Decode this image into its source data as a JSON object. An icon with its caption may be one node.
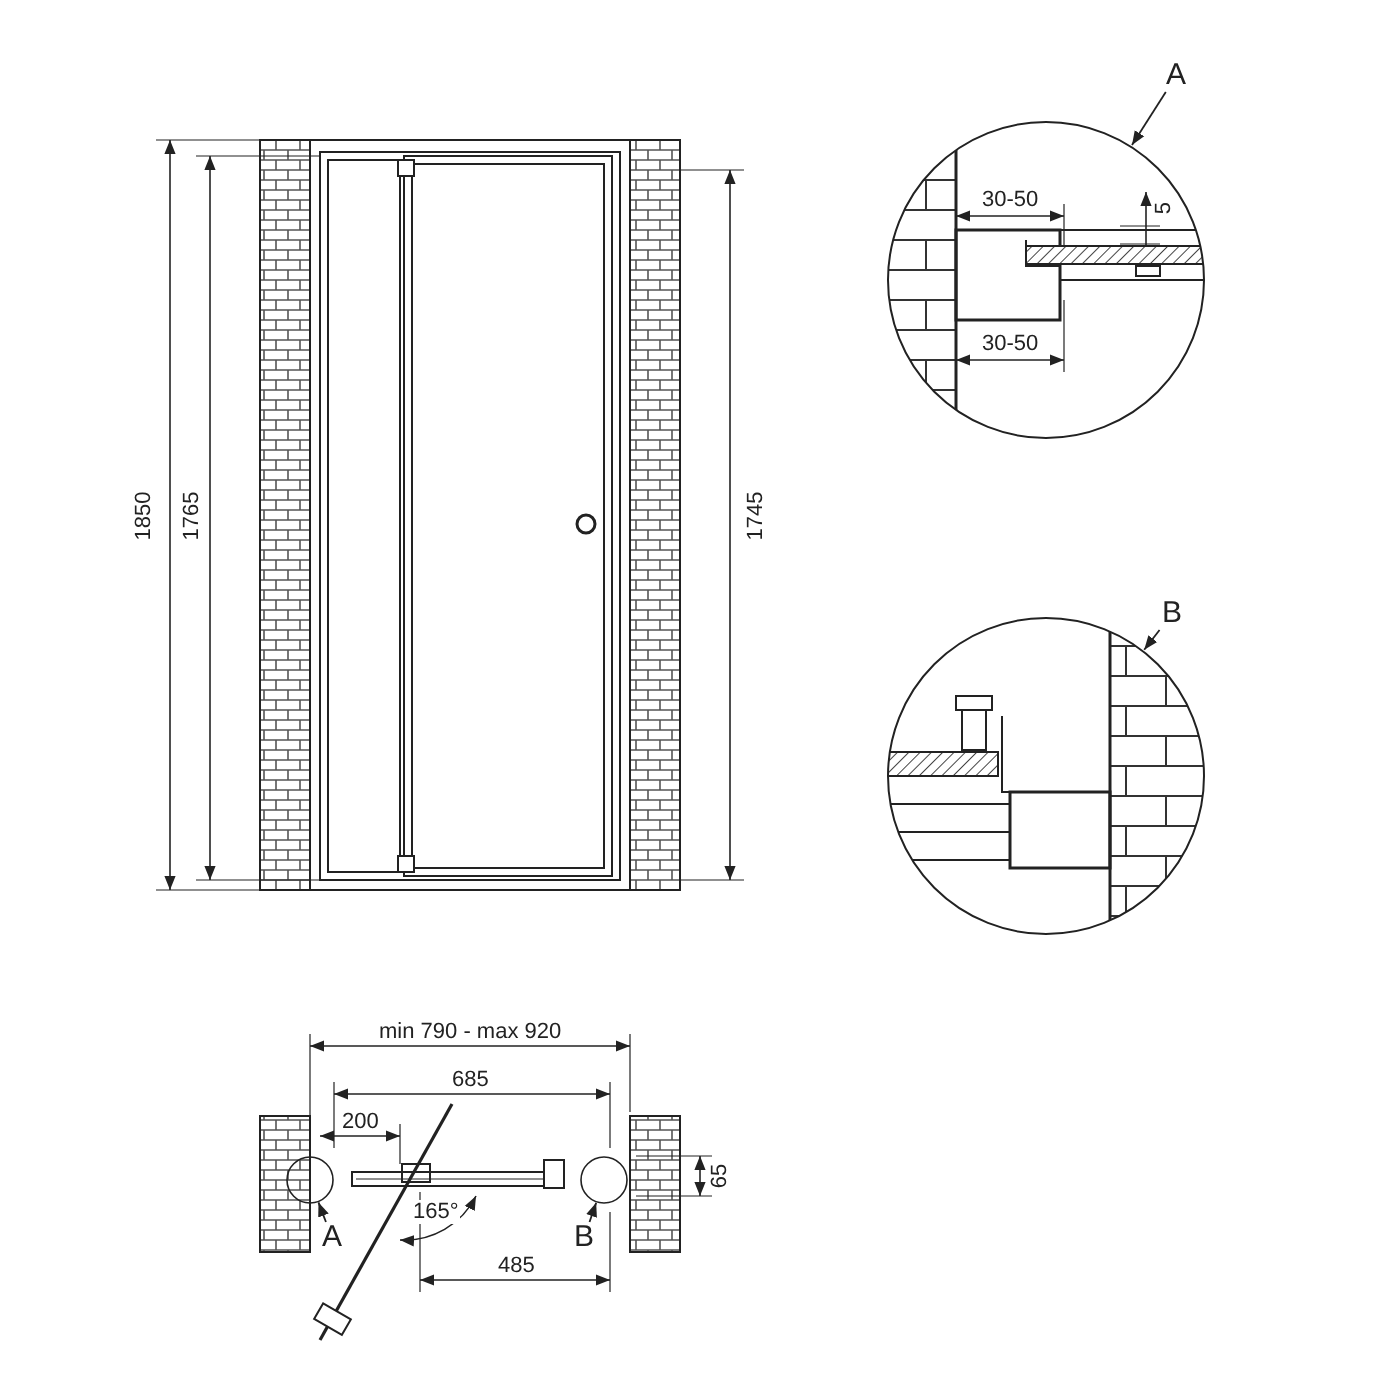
{
  "diagram": {
    "nodes": [
      {
        "text": [
          "A"
        ]
      },
      {
        "text": [],
        "shape": "circle"
      },
      {
        "text": [
          "B"
        ]
      },
      {
        "text": [],
        "shape": "circle"
      },
      {
        "text": [
          "A"
        ]
      },
      {
        "text": [],
        "shape": "circle"
      },
      {
        "text": [
          "B"
        ]
      },
      {
        "text": [],
        "shape": "circle"
      }
    ],
    "edges": [
      {
        "from": 0,
        "to": 1,
        "arrow": "to"
      },
      {
        "from": 2,
        "to": 3,
        "arrow": "to"
      },
      {
        "from": 4,
        "to": 5,
        "arrow": "to"
      },
      {
        "from": 6,
        "to": 7,
        "arrow": "to"
      }
    ],
    "labels": [
      "1850",
      "1765",
      "1745",
      "30-50",
      "5",
      "30-50",
      "min 790 - max 920",
      "685",
      "200",
      "65",
      "165°",
      "485"
    ]
  }
}
